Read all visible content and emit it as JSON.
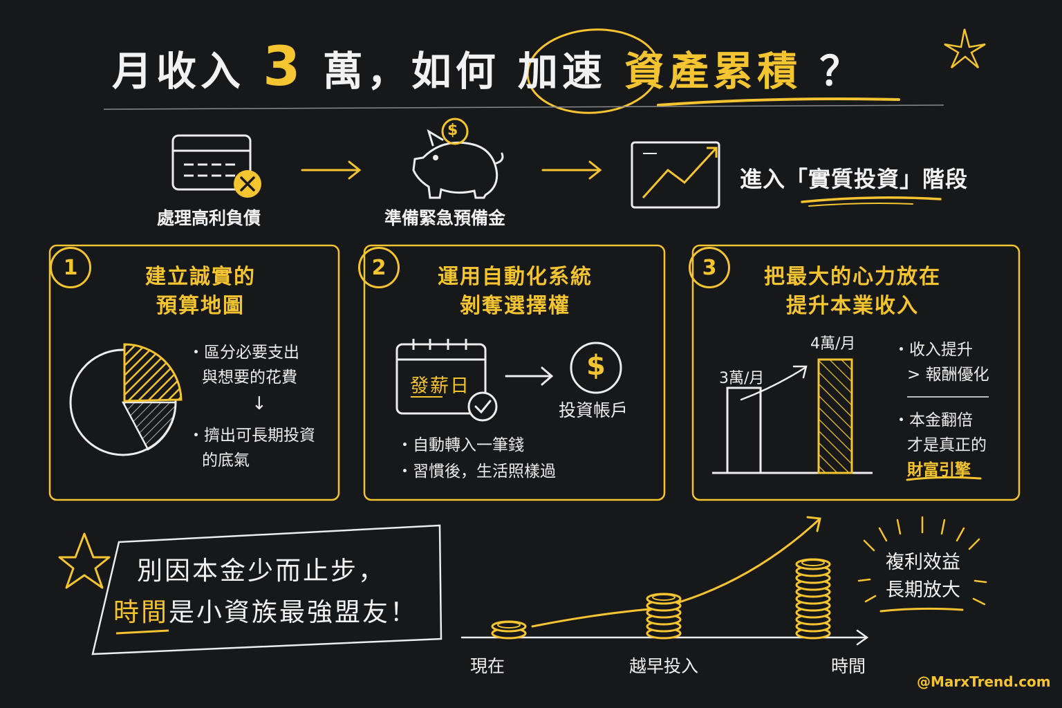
{
  "title": {
    "part1": "月收入",
    "highlight_number": "3",
    "part2": "萬，如何",
    "circled": "加速",
    "underlined": "資產累積",
    "question": "？"
  },
  "flow": {
    "step1_label": "處理高利負債",
    "step2_label": "準備緊急預備金",
    "stage_label": "進入「實質投資」階段"
  },
  "cards": [
    {
      "number": "1",
      "title_line1": "建立誠實的",
      "title_line2": "預算地圖",
      "bullets": [
        "區分必要支出",
        "與想要的花費",
        "擠出可長期投資",
        "的底氣"
      ],
      "arrow": "↓"
    },
    {
      "number": "2",
      "title_line1": "運用自動化系統",
      "title_line2": "剝奪選擇權",
      "calendar_label": "發薪日",
      "account_label": "投資帳戶",
      "bullets": [
        "自動轉入一筆錢",
        "習慣後，生活照樣過"
      ]
    },
    {
      "number": "3",
      "title_line1": "把最大的心力放在",
      "title_line2": "提升本業收入",
      "bar_labels": [
        "3萬/月",
        "4萬/月"
      ],
      "bar_values": [
        3,
        4
      ],
      "bullets": [
        "收入提升",
        "> 報酬優化",
        "本金翻倍",
        "才是真正的",
        "財富引擎"
      ]
    }
  ],
  "bottom": {
    "note_line1": "別因本金少而止步，",
    "note_line2_highlight": "時間",
    "note_line2_rest": "是小資族最強盟友！",
    "axis_labels": [
      "現在",
      "越早投入",
      "時間"
    ],
    "burst_line1": "複利效益",
    "burst_line2": "長期放大",
    "brand": "@MarxTrend.com"
  },
  "colors": {
    "accent": "#f5c431",
    "background": "#17181a",
    "text": "#ededed"
  }
}
